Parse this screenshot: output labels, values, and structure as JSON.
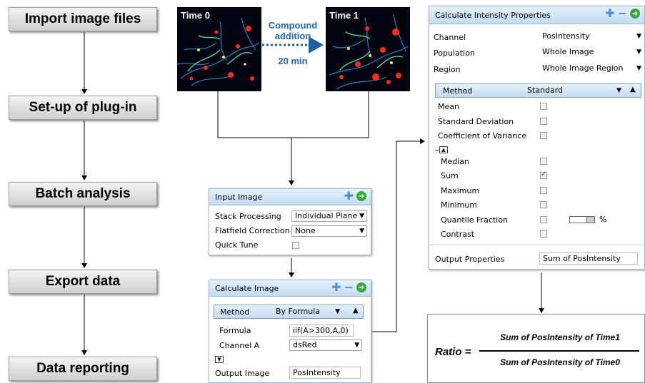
{
  "workflow": {
    "steps": [
      "Import image files",
      "Set-up of plug-in",
      "Batch analysis",
      "Export data",
      "Data reporting"
    ]
  },
  "images": {
    "time0": "Time 0",
    "time1": "Time 1",
    "compound_line1": "Compound",
    "compound_line2": "addition",
    "duration": "20 min"
  },
  "input_image": {
    "title": "Input Image",
    "rows": [
      {
        "label": "Stack Processing",
        "value": "Individual Plane"
      },
      {
        "label": "Flatfield Correction",
        "value": "None"
      },
      {
        "label": "Quick Tune",
        "value": ""
      }
    ]
  },
  "calculate_image": {
    "title": "Calculate Image",
    "method_label": "Method",
    "method_value": "By Formula",
    "formula_label": "Formula",
    "formula_value": "iif(A>300,A,0)",
    "channel_label": "Channel A",
    "channel_value": "dsRed",
    "output_label": "Output Image",
    "output_value": "PosIntensity"
  },
  "intensity": {
    "title": "Calculate Intensity Properties",
    "channel_label": "Channel",
    "channel_value": "PosIntensity",
    "population_label": "Population",
    "population_value": "Whole Image",
    "region_label": "Region",
    "region_value": "Whole Image Region",
    "method_label": "Method",
    "method_value": "Standard",
    "options_top": [
      {
        "label": "Mean",
        "checked": false
      },
      {
        "label": "Standard Deviation",
        "checked": false
      },
      {
        "label": "Coefficient of Variance",
        "checked": false
      }
    ],
    "options_bottom": [
      {
        "label": "Median",
        "checked": false
      },
      {
        "label": "Sum",
        "checked": true
      },
      {
        "label": "Maximum",
        "checked": false
      },
      {
        "label": "Minimum",
        "checked": false
      },
      {
        "label": "Quantile Fraction",
        "checked": false
      },
      {
        "label": "Contrast",
        "checked": false
      }
    ],
    "percent": "%",
    "output_label": "Output Properties",
    "output_value": "Sum of PosIntensity"
  },
  "ratio": {
    "label": "Ratio =",
    "numerator": "Sum of PosIntensity of Time1",
    "denominator": "Sum of PosIntensity of Time0"
  }
}
